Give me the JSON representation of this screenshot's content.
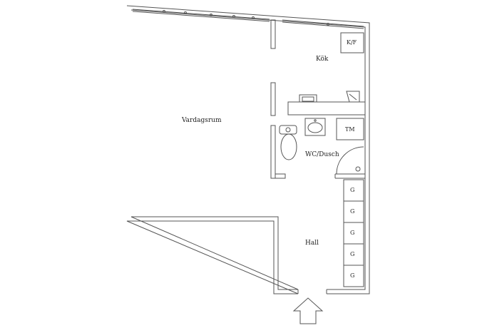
{
  "rooms": {
    "living": "Vardagsrum",
    "kitchen": "Kök",
    "bathroom": "WC/Dusch",
    "hall": "Hall"
  },
  "fixtures": {
    "fridge_freezer": "K/F",
    "washing_machine": "TM",
    "wardrobes": [
      "G",
      "G",
      "G",
      "G",
      "G"
    ]
  },
  "icons": {
    "entrance": "entrance-arrow-icon"
  }
}
